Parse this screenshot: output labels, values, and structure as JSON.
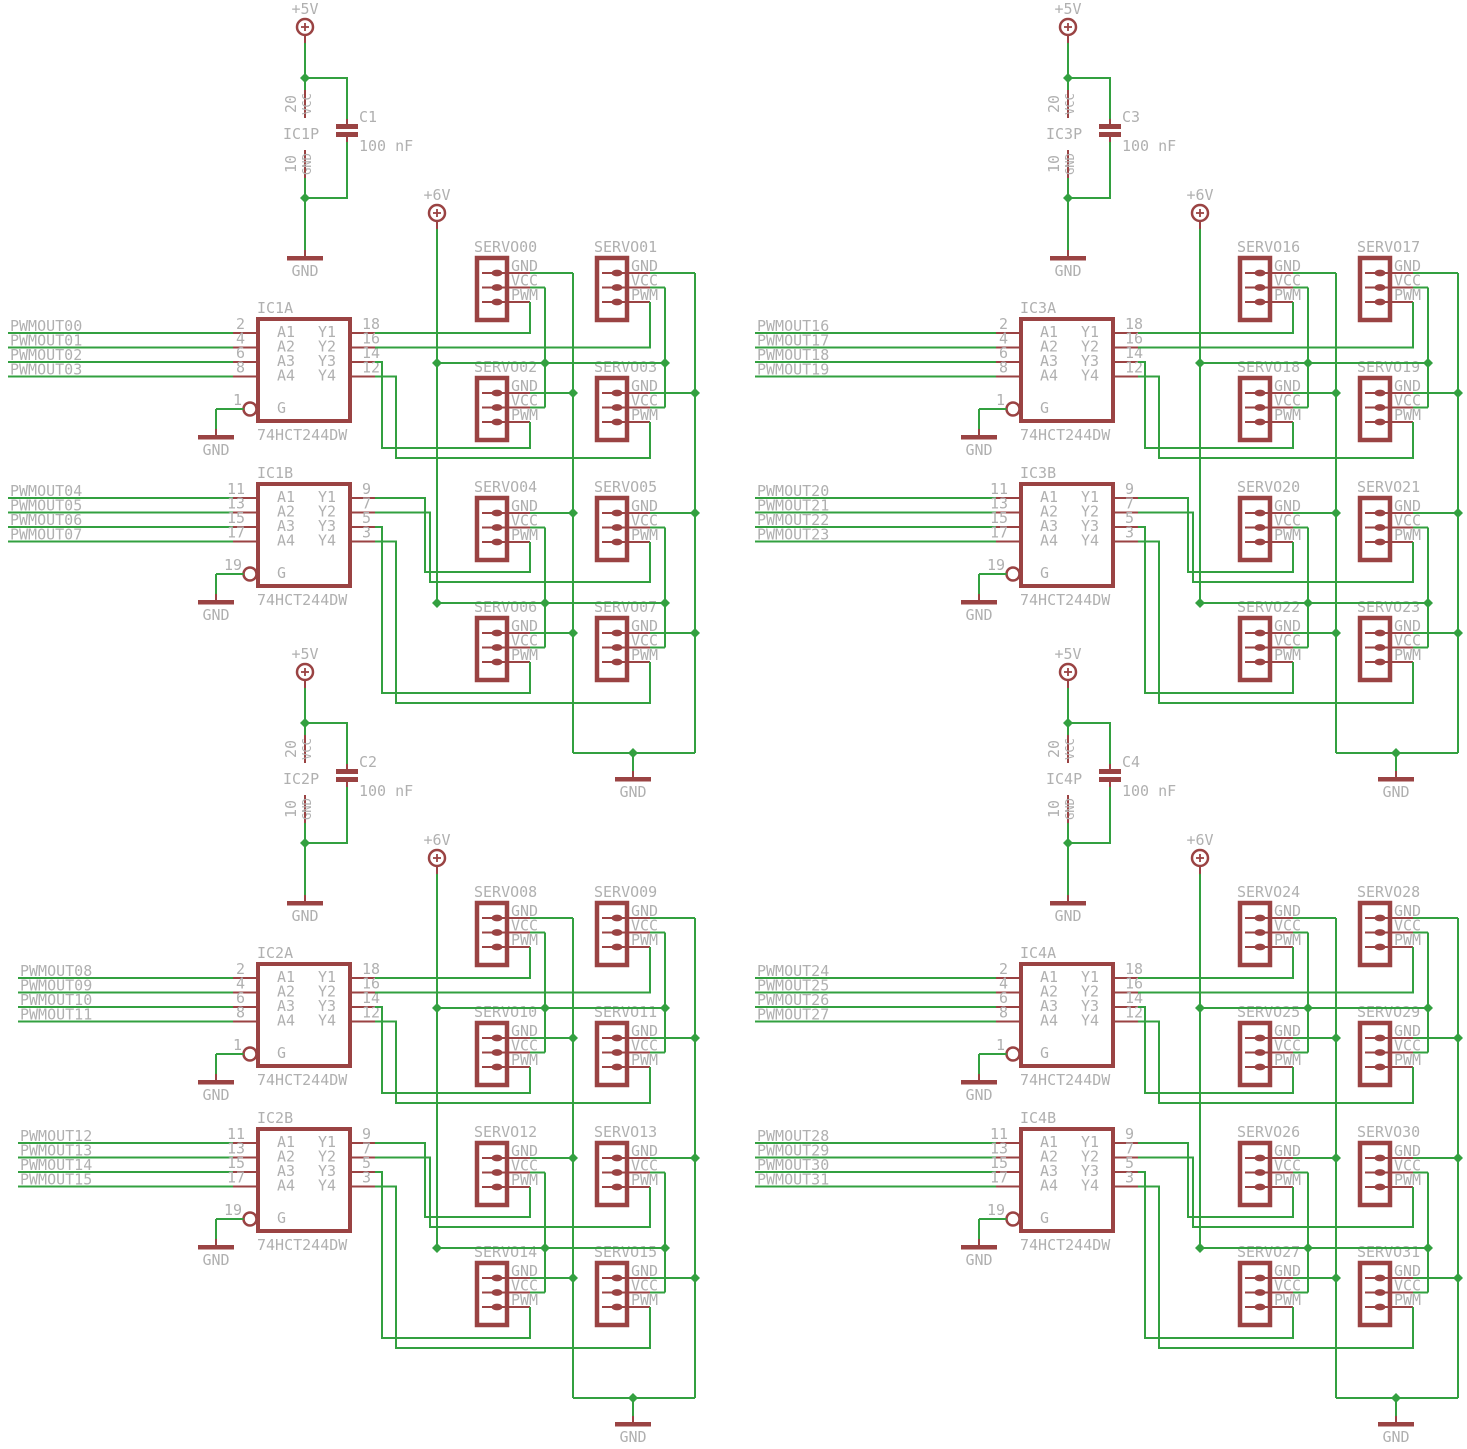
{
  "colors": {
    "component": "#9a4343",
    "wire": "#33a040",
    "label": "#b0b0b0",
    "background": "#ffffff"
  },
  "shared": {
    "part_value": "74HCT244DW",
    "cap_value": "100 nF",
    "supply_5v": "+5V",
    "supply_6v": "+6V",
    "ground": "GND",
    "power_pins": {
      "vcc_number": "20",
      "vcc_name": "VCC",
      "gnd_number": "10",
      "gnd_name": "GND"
    },
    "servo_pin_names": [
      "GND",
      "VCC",
      "PWM"
    ],
    "ic_input_names": [
      "A1",
      "A2",
      "A3",
      "A4"
    ],
    "ic_output_names": [
      "Y1",
      "Y2",
      "Y3",
      "Y4"
    ],
    "gate_name": "G",
    "ic_a_pins": {
      "inputs": [
        "2",
        "4",
        "6",
        "8"
      ],
      "outputs": [
        "18",
        "16",
        "14",
        "12"
      ],
      "gate": "1"
    },
    "ic_b_pins": {
      "inputs": [
        "11",
        "13",
        "15",
        "17"
      ],
      "outputs": [
        "9",
        "7",
        "5",
        "3"
      ],
      "gate": "19"
    }
  },
  "quadrants": [
    {
      "power_ic": "IC1P",
      "cap": "C1",
      "ics": [
        {
          "name": "IC1A",
          "inputs": [
            "PWMOUT00",
            "PWMOUT01",
            "PWMOUT02",
            "PWMOUT03"
          ]
        },
        {
          "name": "IC1B",
          "inputs": [
            "PWMOUT04",
            "PWMOUT05",
            "PWMOUT06",
            "PWMOUT07"
          ]
        }
      ],
      "servo_rows": [
        [
          "SERVO00",
          "SERVO01"
        ],
        [
          "SERVO02",
          "SERVO03"
        ],
        [
          "SERVO04",
          "SERVO05"
        ],
        [
          "SERVO06",
          "SERVO07"
        ]
      ]
    },
    {
      "power_ic": "IC3P",
      "cap": "C3",
      "ics": [
        {
          "name": "IC3A",
          "inputs": [
            "PWMOUT16",
            "PWMOUT17",
            "PWMOUT18",
            "PWMOUT19"
          ]
        },
        {
          "name": "IC3B",
          "inputs": [
            "PWMOUT20",
            "PWMOUT21",
            "PWMOUT22",
            "PWMOUT23"
          ]
        }
      ],
      "servo_rows": [
        [
          "SERVO16",
          "SERVO17"
        ],
        [
          "SERVO18",
          "SERVO19"
        ],
        [
          "SERVO20",
          "SERVO21"
        ],
        [
          "SERVO22",
          "SERVO23"
        ]
      ]
    },
    {
      "power_ic": "IC2P",
      "cap": "C2",
      "ics": [
        {
          "name": "IC2A",
          "inputs": [
            "PWMOUT08",
            "PWMOUT09",
            "PWMOUT10",
            "PWMOUT11"
          ]
        },
        {
          "name": "IC2B",
          "inputs": [
            "PWMOUT12",
            "PWMOUT13",
            "PWMOUT14",
            "PWMOUT15"
          ]
        }
      ],
      "servo_rows": [
        [
          "SERVO08",
          "SERVO09"
        ],
        [
          "SERVO10",
          "SERVO11"
        ],
        [
          "SERVO12",
          "SERVO13"
        ],
        [
          "SERVO14",
          "SERVO15"
        ]
      ]
    },
    {
      "power_ic": "IC4P",
      "cap": "C4",
      "ics": [
        {
          "name": "IC4A",
          "inputs": [
            "PWMOUT24",
            "PWMOUT25",
            "PWMOUT26",
            "PWMOUT27"
          ]
        },
        {
          "name": "IC4B",
          "inputs": [
            "PWMOUT28",
            "PWMOUT29",
            "PWMOUT30",
            "PWMOUT31"
          ]
        }
      ],
      "servo_rows": [
        [
          "SERVO24",
          "SERVO28"
        ],
        [
          "SERVO25",
          "SERVO29"
        ],
        [
          "SERVO26",
          "SERVO30"
        ],
        [
          "SERVO27",
          "SERVO31"
        ]
      ]
    }
  ]
}
